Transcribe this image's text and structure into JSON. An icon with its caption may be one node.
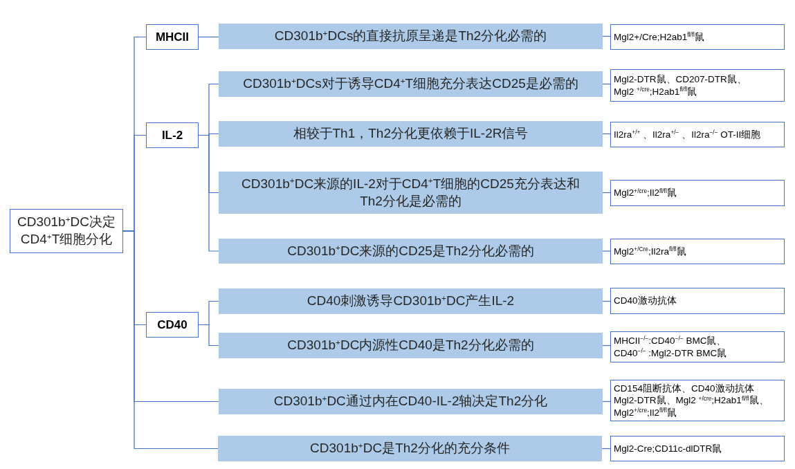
{
  "diagram": {
    "nodes": [
      {
        "text": [
          "CD301b$^{+}$DC决定CD4$^{+}$T细胞分化"
        ]
      },
      {
        "text": [
          "MHCII"
        ]
      },
      {
        "text": [
          "CD301b$^{+}$DCs的直接抗原呈递是Th2分化必需的"
        ]
      },
      {
        "text": [
          "Mgl2+/Cre;H2ab1$^{fl/fl}$鼠"
        ]
      },
      {
        "text": [
          "IL-2"
        ]
      },
      {
        "text": [
          "CD301b$^{+}$DCs对于诱导CD4$^{+}$T细胞充分表达CD25是必需的"
        ]
      },
      {
        "text": [
          "Mgl2-DTR鼠、CD207-DTR鼠、Mgl2 $^{+/cre}$;H2ab1$^{fl/fl}$鼠"
        ]
      },
      {
        "text": [
          "相较于Th1，Th2分化更依赖于IL-2R信号"
        ]
      },
      {
        "text": [
          "Il2ra$^{+/+}$ 、Il2ra$^{+/−}$ 、Il2ra$^{−/−}$ OT-II细胞"
        ]
      },
      {
        "text": [
          "CD301b$^{+}$DC来源的IL-2对于CD4$^{+}$T细胞的CD25充分表达和Th2分化是必需的"
        ]
      },
      {
        "text": [
          "Mgl2$^{+/cre}$;Il2$^{fl/fl}$鼠"
        ]
      },
      {
        "text": [
          "CD301b$^{+}$DC来源的CD25是Th2分化必需的"
        ]
      },
      {
        "text": [
          "Mgl2$^{+/Cre}$;Il2ra$^{fl/fl}$鼠"
        ]
      },
      {
        "text": [
          "CD40"
        ]
      },
      {
        "text": [
          "CD40刺激诱导CD301b$^{+}$DC产生IL-2"
        ]
      },
      {
        "text": [
          "CD40激动抗体"
        ]
      },
      {
        "text": [
          "CD301b$^{+}$DC内源性CD40是Th2分化必需的"
        ]
      },
      {
        "text": [
          "MHCII$^{−/−}$:CD40$^{−/−}$ BMC鼠、CD40$^{−/−}$ :Mgl2-DTR BMC鼠"
        ]
      },
      {
        "text": [
          "CD301b$^{+}$DC通过内在CD40-IL-2轴决定Th2分化"
        ]
      },
      {
        "text": [
          "CD154阻断抗体、CD40激动抗体 Mgl2-DTR鼠、Mgl2 $^{+/cre}$;H2ab1$^{fl/fl}$鼠、Mgl2$^{+/cre}$;Il2$^{fl/fl}$鼠"
        ]
      },
      {
        "text": [
          "CD301b$^{+}$DC是Th2分化的充分条件"
        ]
      },
      {
        "text": [
          "Mgl2-Cre;CD11c-dlDTR鼠"
        ]
      }
    ],
    "edges": [
      {
        "from": 0,
        "to": 1,
        "arrow": "none"
      },
      {
        "from": 1,
        "to": 2,
        "arrow": "none"
      },
      {
        "from": 2,
        "to": 3,
        "arrow": "none"
      },
      {
        "from": 0,
        "to": 4,
        "arrow": "none"
      },
      {
        "from": 4,
        "to": 5,
        "arrow": "none"
      },
      {
        "from": 5,
        "to": 6,
        "arrow": "none"
      },
      {
        "from": 4,
        "to": 7,
        "arrow": "none"
      },
      {
        "from": 7,
        "to": 8,
        "arrow": "none"
      },
      {
        "from": 4,
        "to": 9,
        "arrow": "none"
      },
      {
        "from": 9,
        "to": 10,
        "arrow": "none"
      },
      {
        "from": 4,
        "to": 11,
        "arrow": "none"
      },
      {
        "from": 11,
        "to": 12,
        "arrow": "none"
      },
      {
        "from": 0,
        "to": 13,
        "arrow": "none"
      },
      {
        "from": 13,
        "to": 14,
        "arrow": "none"
      },
      {
        "from": 14,
        "to": 15,
        "arrow": "none"
      },
      {
        "from": 13,
        "to": 16,
        "arrow": "none"
      },
      {
        "from": 16,
        "to": 17,
        "arrow": "none"
      },
      {
        "from": 0,
        "to": 18,
        "arrow": "none"
      },
      {
        "from": 18,
        "to": 19,
        "arrow": "none"
      },
      {
        "from": 0,
        "to": 20,
        "arrow": "none"
      },
      {
        "from": 20,
        "to": 21,
        "arrow": "none"
      }
    ]
  }
}
